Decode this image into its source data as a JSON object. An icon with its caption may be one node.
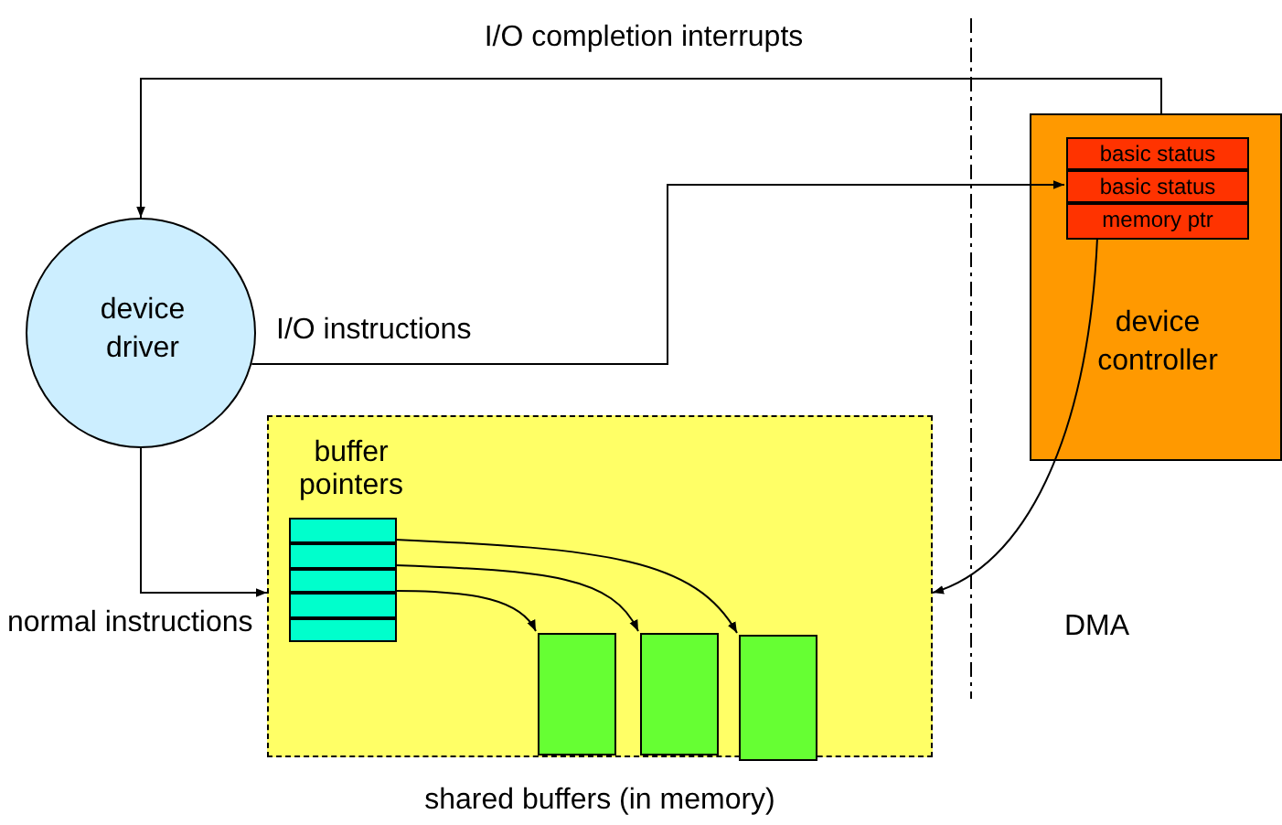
{
  "diagram": {
    "nodes": [
      {
        "text": [
          "device driver"
        ]
      },
      {
        "text": [
          "device controller"
        ]
      },
      {
        "text": [
          "basic status"
        ],
        "in": 1
      },
      {
        "text": [
          "basic status"
        ],
        "in": 1
      },
      {
        "text": [
          "memory ptr"
        ],
        "in": 1
      },
      {
        "text": [
          "shared buffers (in memory)"
        ]
      },
      {
        "text": [],
        "shape": "box",
        "in": 5
      },
      {
        "text": [],
        "shape": "box",
        "in": 5
      },
      {
        "text": [],
        "shape": "box",
        "in": 5
      },
      {
        "text": [],
        "shape": "box",
        "in": 5
      },
      {
        "text": [],
        "shape": "box",
        "in": 5
      },
      {
        "text": [],
        "shape": "box",
        "in": 5
      },
      {
        "text": [],
        "shape": "box",
        "in": 5
      },
      {
        "text": [],
        "shape": "box",
        "in": 5
      }
    ],
    "edges": [
      {
        "from": 1,
        "to": 0,
        "arrow": "to",
        "label": "I/O completion interrupts"
      },
      {
        "from": 0,
        "to": 3,
        "arrow": "to",
        "label": "I/O instructions"
      },
      {
        "from": 0,
        "to": 5,
        "arrow": "to",
        "label": "normal instructions"
      },
      {
        "from": 4,
        "to": 5,
        "arrow": "to"
      },
      {
        "from": 7,
        "to": 13,
        "arrow": "to"
      },
      {
        "from": 8,
        "to": 12,
        "arrow": "to"
      },
      {
        "from": 9,
        "to": 11,
        "arrow": "to"
      }
    ],
    "labels": [
      "buffer pointers",
      "DMA"
    ]
  }
}
